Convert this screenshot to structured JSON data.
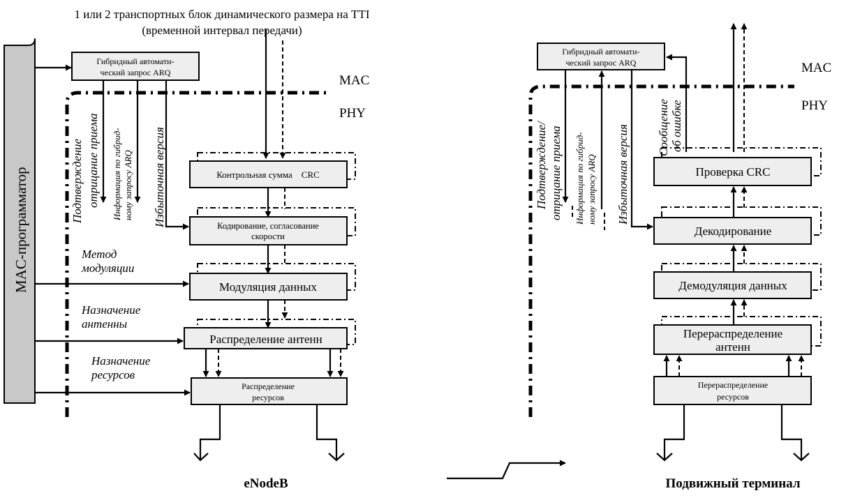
{
  "header": {
    "line1": "1 или 2 транспортных блок динамического размера на TTI",
    "line2": "(временной интервал передачи)"
  },
  "layers": {
    "mac": "MAC",
    "phy": "PHY"
  },
  "enodeb": {
    "scheduler": "MAC-программатор",
    "harq_line1": "Гибридный автомати-",
    "harq_line2": "ческий запрос ARQ",
    "crc": "Контрольная сумма    CRC",
    "coding_line1": "Кодирование, согласование",
    "coding_line2": "скорости",
    "modulation": "Модуляция данных",
    "antenna": "Распределение антенн",
    "resources_line1": "Распределение",
    "resources_line2": "ресурсов",
    "ack_line1": "Подтверждение",
    "ack_line2": "отрицание приема",
    "harq_info_line1": "Информация по гибрид-",
    "harq_info_line2": "ному запросу ARQ",
    "redundancy": "Избыточная версия",
    "mod_scheme_line1": "Метод",
    "mod_scheme_line2": "модуляции",
    "ant_assign_line1": "Назначение",
    "ant_assign_line2": "антенны",
    "res_assign_line1": "Назначение",
    "res_assign_line2": "ресурсов",
    "label": "eNodeB"
  },
  "terminal": {
    "harq_line1": "Гибридный автомати-",
    "harq_line2": "ческий запрос ARQ",
    "crc_check": "Проверка CRC",
    "decoding": "Декодирование",
    "demodulation": "Демодуляция данных",
    "antenna_line1": "Перераспределение",
    "antenna_line2": "антенн",
    "resources_line1": "Перераспределение",
    "resources_line2": "ресурсов",
    "ack_line1": "Подтверждение/",
    "ack_line2": "отрицание приема",
    "harq_info_line1": "Информация по гибрид-",
    "harq_info_line2": "ному запросу ARQ",
    "redundancy": "Избыточная версия",
    "error_line1": "Сообщение",
    "error_line2": "об ошибке",
    "label": "Подвижный терминал"
  }
}
